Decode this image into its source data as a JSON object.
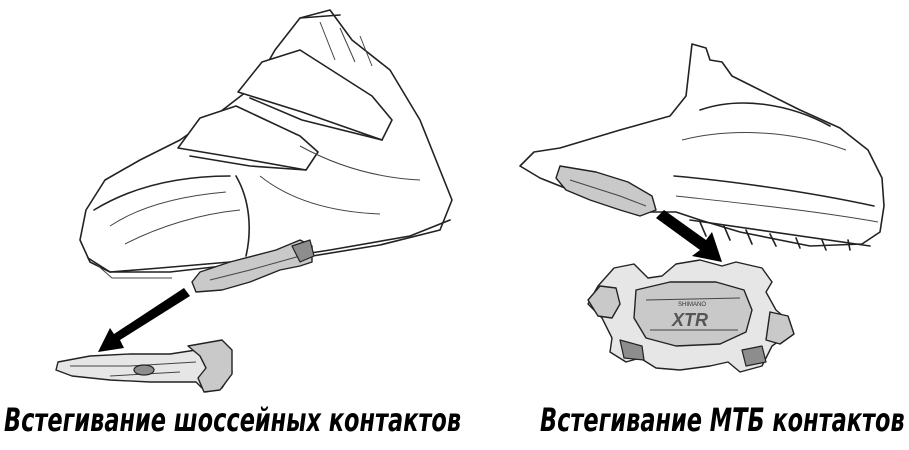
{
  "panels": {
    "left": {
      "caption": "Встегивание шоссейных контактов"
    },
    "right": {
      "caption": "Встегивание МТБ контактов",
      "pedal_brand": "SHIMANO",
      "pedal_model": "XTR"
    }
  },
  "colors": {
    "ink": "#000000",
    "pedal_grey": "#c9c9c9",
    "background": "#ffffff"
  }
}
